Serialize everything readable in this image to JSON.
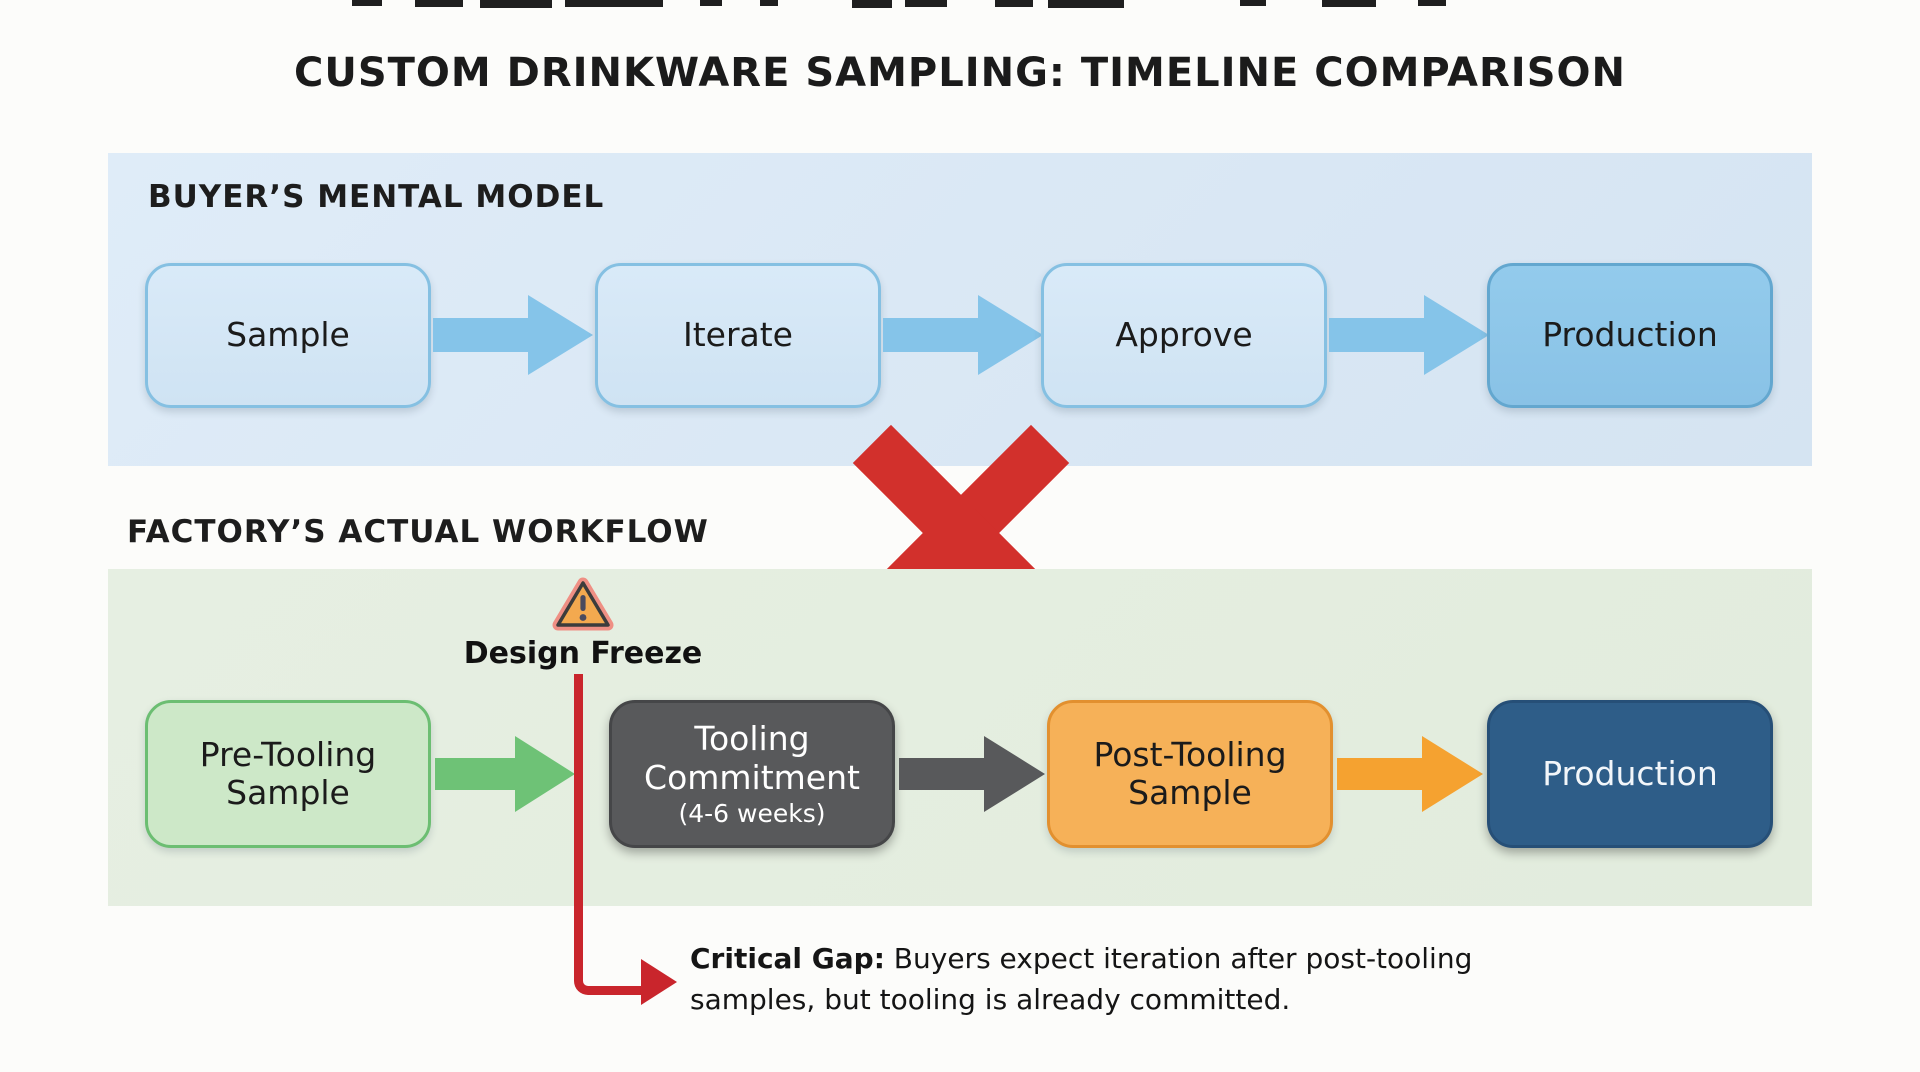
{
  "title": "CUSTOM DRINKWARE SAMPLING: TIMELINE COMPARISON",
  "buyer_section": {
    "label": "BUYER’S MENTAL MODEL",
    "steps": [
      "Sample",
      "Iterate",
      "Approve",
      "Production"
    ]
  },
  "factory_section": {
    "label": "FACTORY’S ACTUAL WORKFLOW",
    "steps": [
      {
        "line1": "Pre-Tooling",
        "line2": "Sample"
      },
      {
        "line1": "Tooling",
        "line2": "Commitment",
        "sub": "(4-6 weeks)"
      },
      {
        "line1": "Post-Tooling",
        "line2": "Sample"
      },
      {
        "line1": "Production"
      }
    ]
  },
  "design_freeze": {
    "label": "Design Freeze"
  },
  "critical_gap": {
    "lead": "Critical Gap:",
    "line1_rest": " Buyers expect iteration after post-tooling",
    "line2": "samples, but tooling is already committed."
  },
  "icons": {
    "warning": "warning-triangle-icon",
    "mismatch": "red-x-icon",
    "flow": "block-arrow-icon"
  },
  "colors": {
    "buyer_band": "#dce9f5",
    "factory_band": "#e4eee0",
    "buyer_box_fill": "#d6e9f7",
    "buyer_box_border": "#85c0e2",
    "buyer_final_box": "#8fc7ea",
    "blue_arrow": "#85c4e9",
    "green_box": "#cde8c8",
    "green_border": "#6cbe72",
    "green_arrow": "#6ec276",
    "gray_box": "#58595b",
    "orange_box": "#f6b158",
    "orange_arrow": "#f5a230",
    "navy_box": "#2e5d88",
    "red": "#d2302c",
    "text_dark": "#1b1b1b"
  }
}
